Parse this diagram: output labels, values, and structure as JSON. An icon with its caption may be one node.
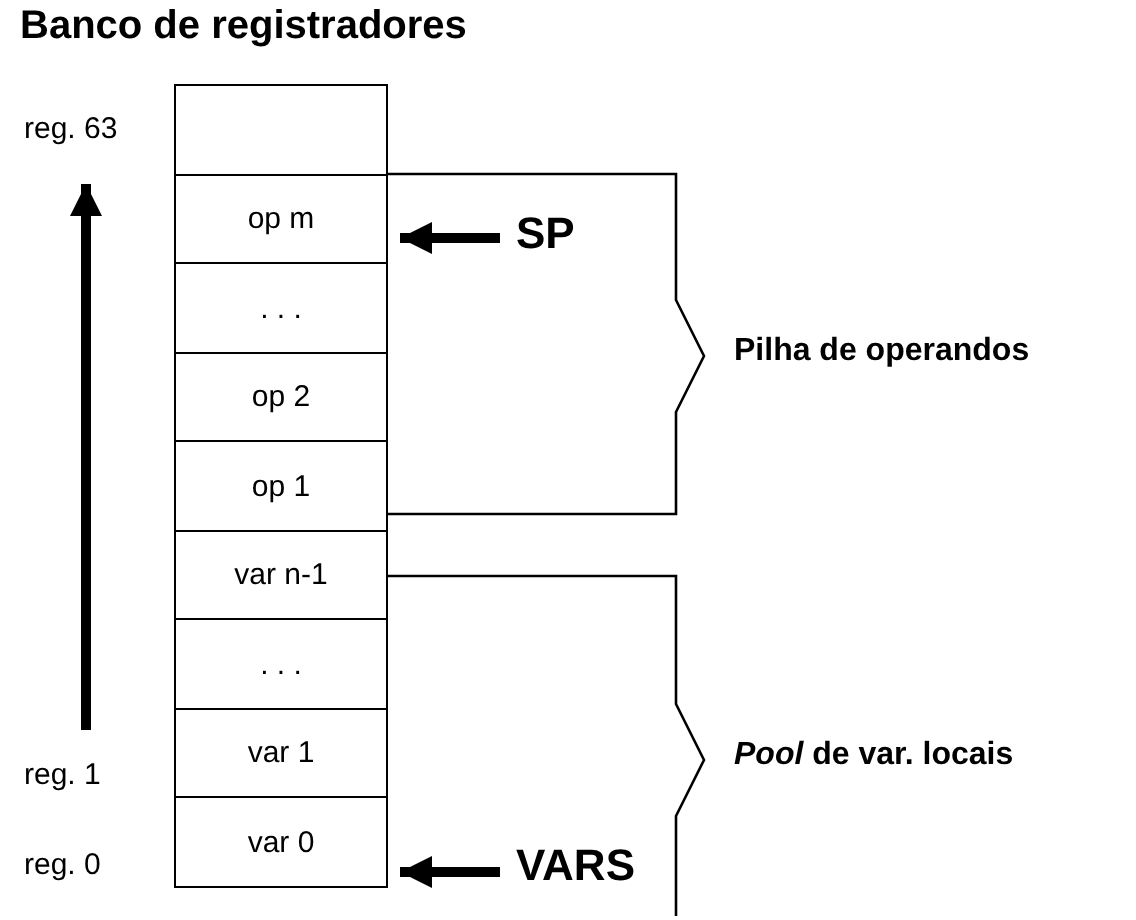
{
  "diagram": {
    "title": "Banco de registradores",
    "nodes": [
      {
        "text": [],
        "shape": "box"
      },
      {
        "text": [
          "op m"
        ]
      },
      {
        "text": [
          ". . ."
        ]
      },
      {
        "text": [
          "op 2"
        ]
      },
      {
        "text": [
          "op 1"
        ]
      },
      {
        "text": [
          "var n-1"
        ]
      },
      {
        "text": [
          ". . ."
        ]
      },
      {
        "text": [
          "var 1"
        ]
      },
      {
        "text": [
          "var 0"
        ]
      },
      {
        "text": [
          "SP"
        ]
      },
      {
        "text": [
          "VARS"
        ]
      }
    ],
    "edges": [
      {
        "from": 9,
        "to": 1,
        "arrow": "to"
      },
      {
        "from": 10,
        "to": 8,
        "arrow": "to"
      }
    ],
    "labels": [
      "reg. 63",
      "reg. 1",
      "reg. 0",
      "Pilha de operandos",
      "*Pool* de var. locais"
    ]
  }
}
